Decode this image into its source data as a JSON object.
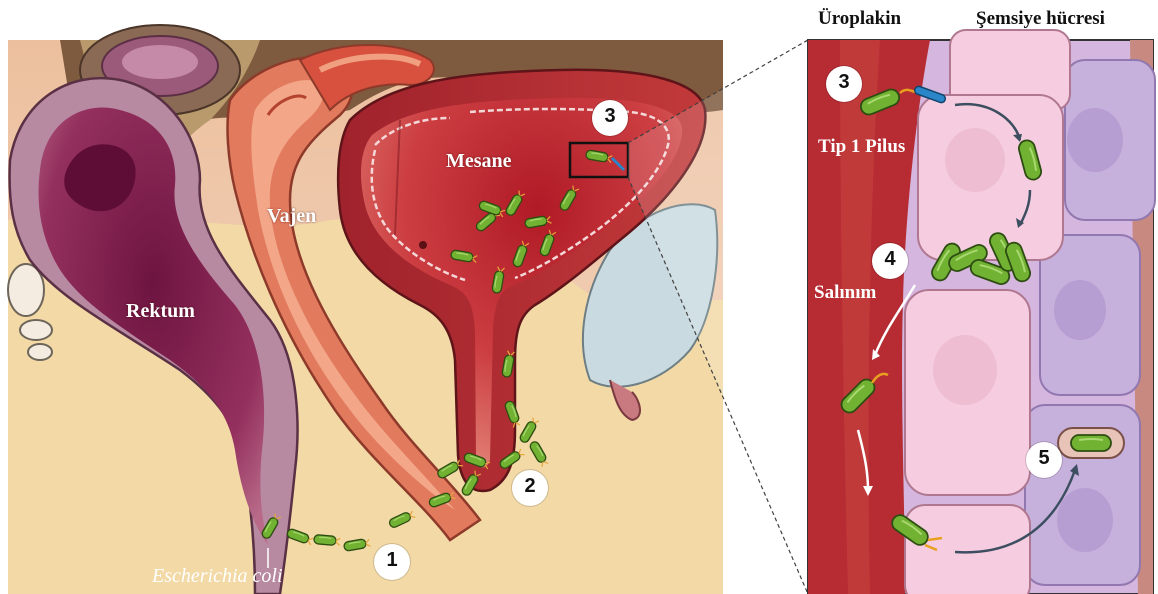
{
  "anatomy_labels": {
    "rectum": "Rektum",
    "vagina": "Vajen",
    "bladder": "Mesane",
    "bacterium": "Escherichia coli"
  },
  "detail_labels": {
    "uroplakin": "Üroplakin",
    "umbrella_cell": "Şemsiye hücresi",
    "pilus": "Tip 1 Pilus",
    "release": "Salınım"
  },
  "steps": [
    "1",
    "2",
    "3",
    "4",
    "5"
  ],
  "colors": {
    "bladder_wall": "#b8242c",
    "bladder_lumen": "#cc3a3e",
    "rectum": "#8a2350",
    "vagina": "#e0684c",
    "skin": "#f0c2a8",
    "fat": "#f2d9a6",
    "bacteria": "#6fae2e",
    "umbrella_cells": "#f4c9d9",
    "basal_cells": "#c8b3dc",
    "uroplakin": "#2a86c8",
    "pilus_tip": "#e8a020"
  },
  "icons": [
    "bacterium-icon",
    "uroplakin-receptor-icon",
    "pilus-icon",
    "curved-arrow-icon"
  ]
}
